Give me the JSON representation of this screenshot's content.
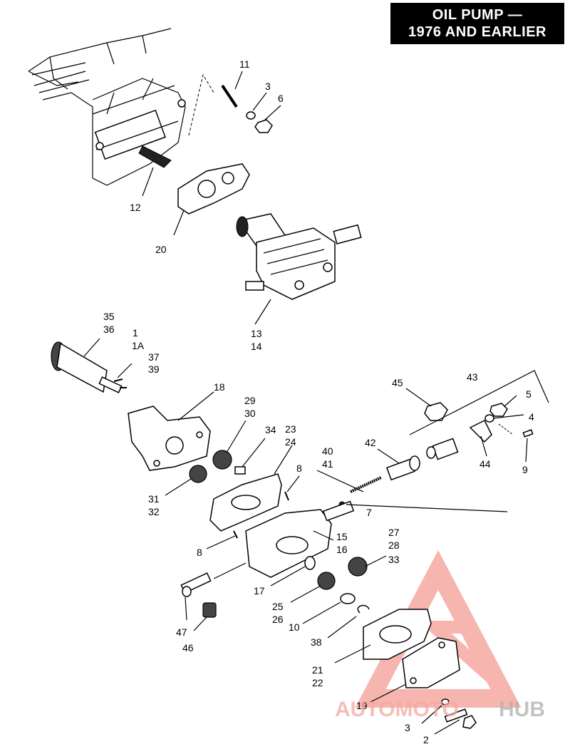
{
  "title": {
    "line1": "OIL PUMP —",
    "line2": "1976 AND EARLIER"
  },
  "callouts": {
    "c11": "11",
    "c3a": "3",
    "c6": "6",
    "c12": "12",
    "c20": "20",
    "c13": "13",
    "c14": "14",
    "c35": "35",
    "c36": "36",
    "c1": "1",
    "c1a": "1A",
    "c37": "37",
    "c39": "39",
    "c18": "18",
    "c29": "29",
    "c30": "30",
    "c34": "34",
    "c23": "23",
    "c24": "24",
    "c31": "31",
    "c32": "32",
    "c8a": "8",
    "c40": "40",
    "c41": "41",
    "c42": "42",
    "c45": "45",
    "c43": "43",
    "c5": "5",
    "c4": "4",
    "c44": "44",
    "c9": "9",
    "c7": "7",
    "c8b": "8",
    "c15": "15",
    "c16": "16",
    "c27": "27",
    "c28": "28",
    "c33": "33",
    "c17": "17",
    "c25": "25",
    "c26": "26",
    "c10": "10",
    "c38": "38",
    "c47": "47",
    "c46": "46",
    "c21": "21",
    "c22": "22",
    "c19": "19",
    "c3b": "3",
    "c2": "2"
  },
  "watermark": {
    "part1": "AUTOMOTO",
    "part2": "HUB",
    "color_primary": "#f4a9a0",
    "color_secondary": "#b0b0b0"
  }
}
